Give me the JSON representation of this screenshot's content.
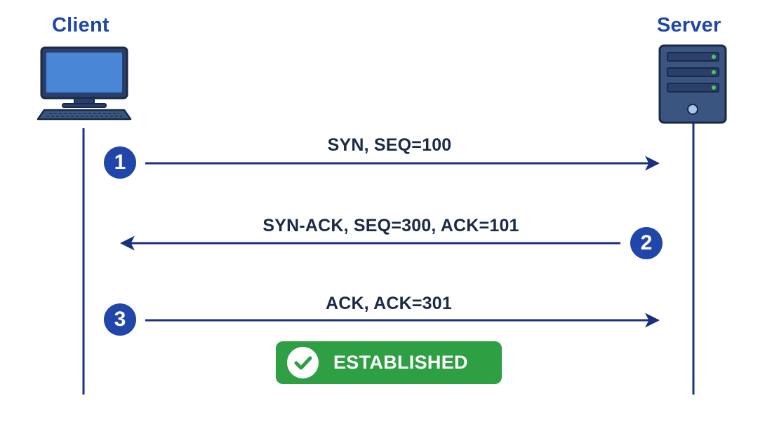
{
  "actors": {
    "client": {
      "label": "Client",
      "icon": "desktop-computer-icon"
    },
    "server": {
      "label": "Server",
      "icon": "server-tower-icon"
    }
  },
  "messages": [
    {
      "step": "1",
      "label": "SYN, SEQ=100",
      "from": "client",
      "to": "server"
    },
    {
      "step": "2",
      "label": "SYN-ACK, SEQ=300, ACK=101",
      "from": "server",
      "to": "client"
    },
    {
      "step": "3",
      "label": "ACK, ACK=301",
      "from": "client",
      "to": "server"
    }
  ],
  "status": {
    "label": "ESTABLISHED",
    "icon": "checkmark-icon"
  },
  "colors": {
    "accent": "#1f46a8",
    "line": "#1b2f80",
    "text": "#1b2a45",
    "success": "#2ea043",
    "monitor_screen": "#4a86d6",
    "server_body": "#3a5680",
    "server_led": "#4cc75a"
  }
}
